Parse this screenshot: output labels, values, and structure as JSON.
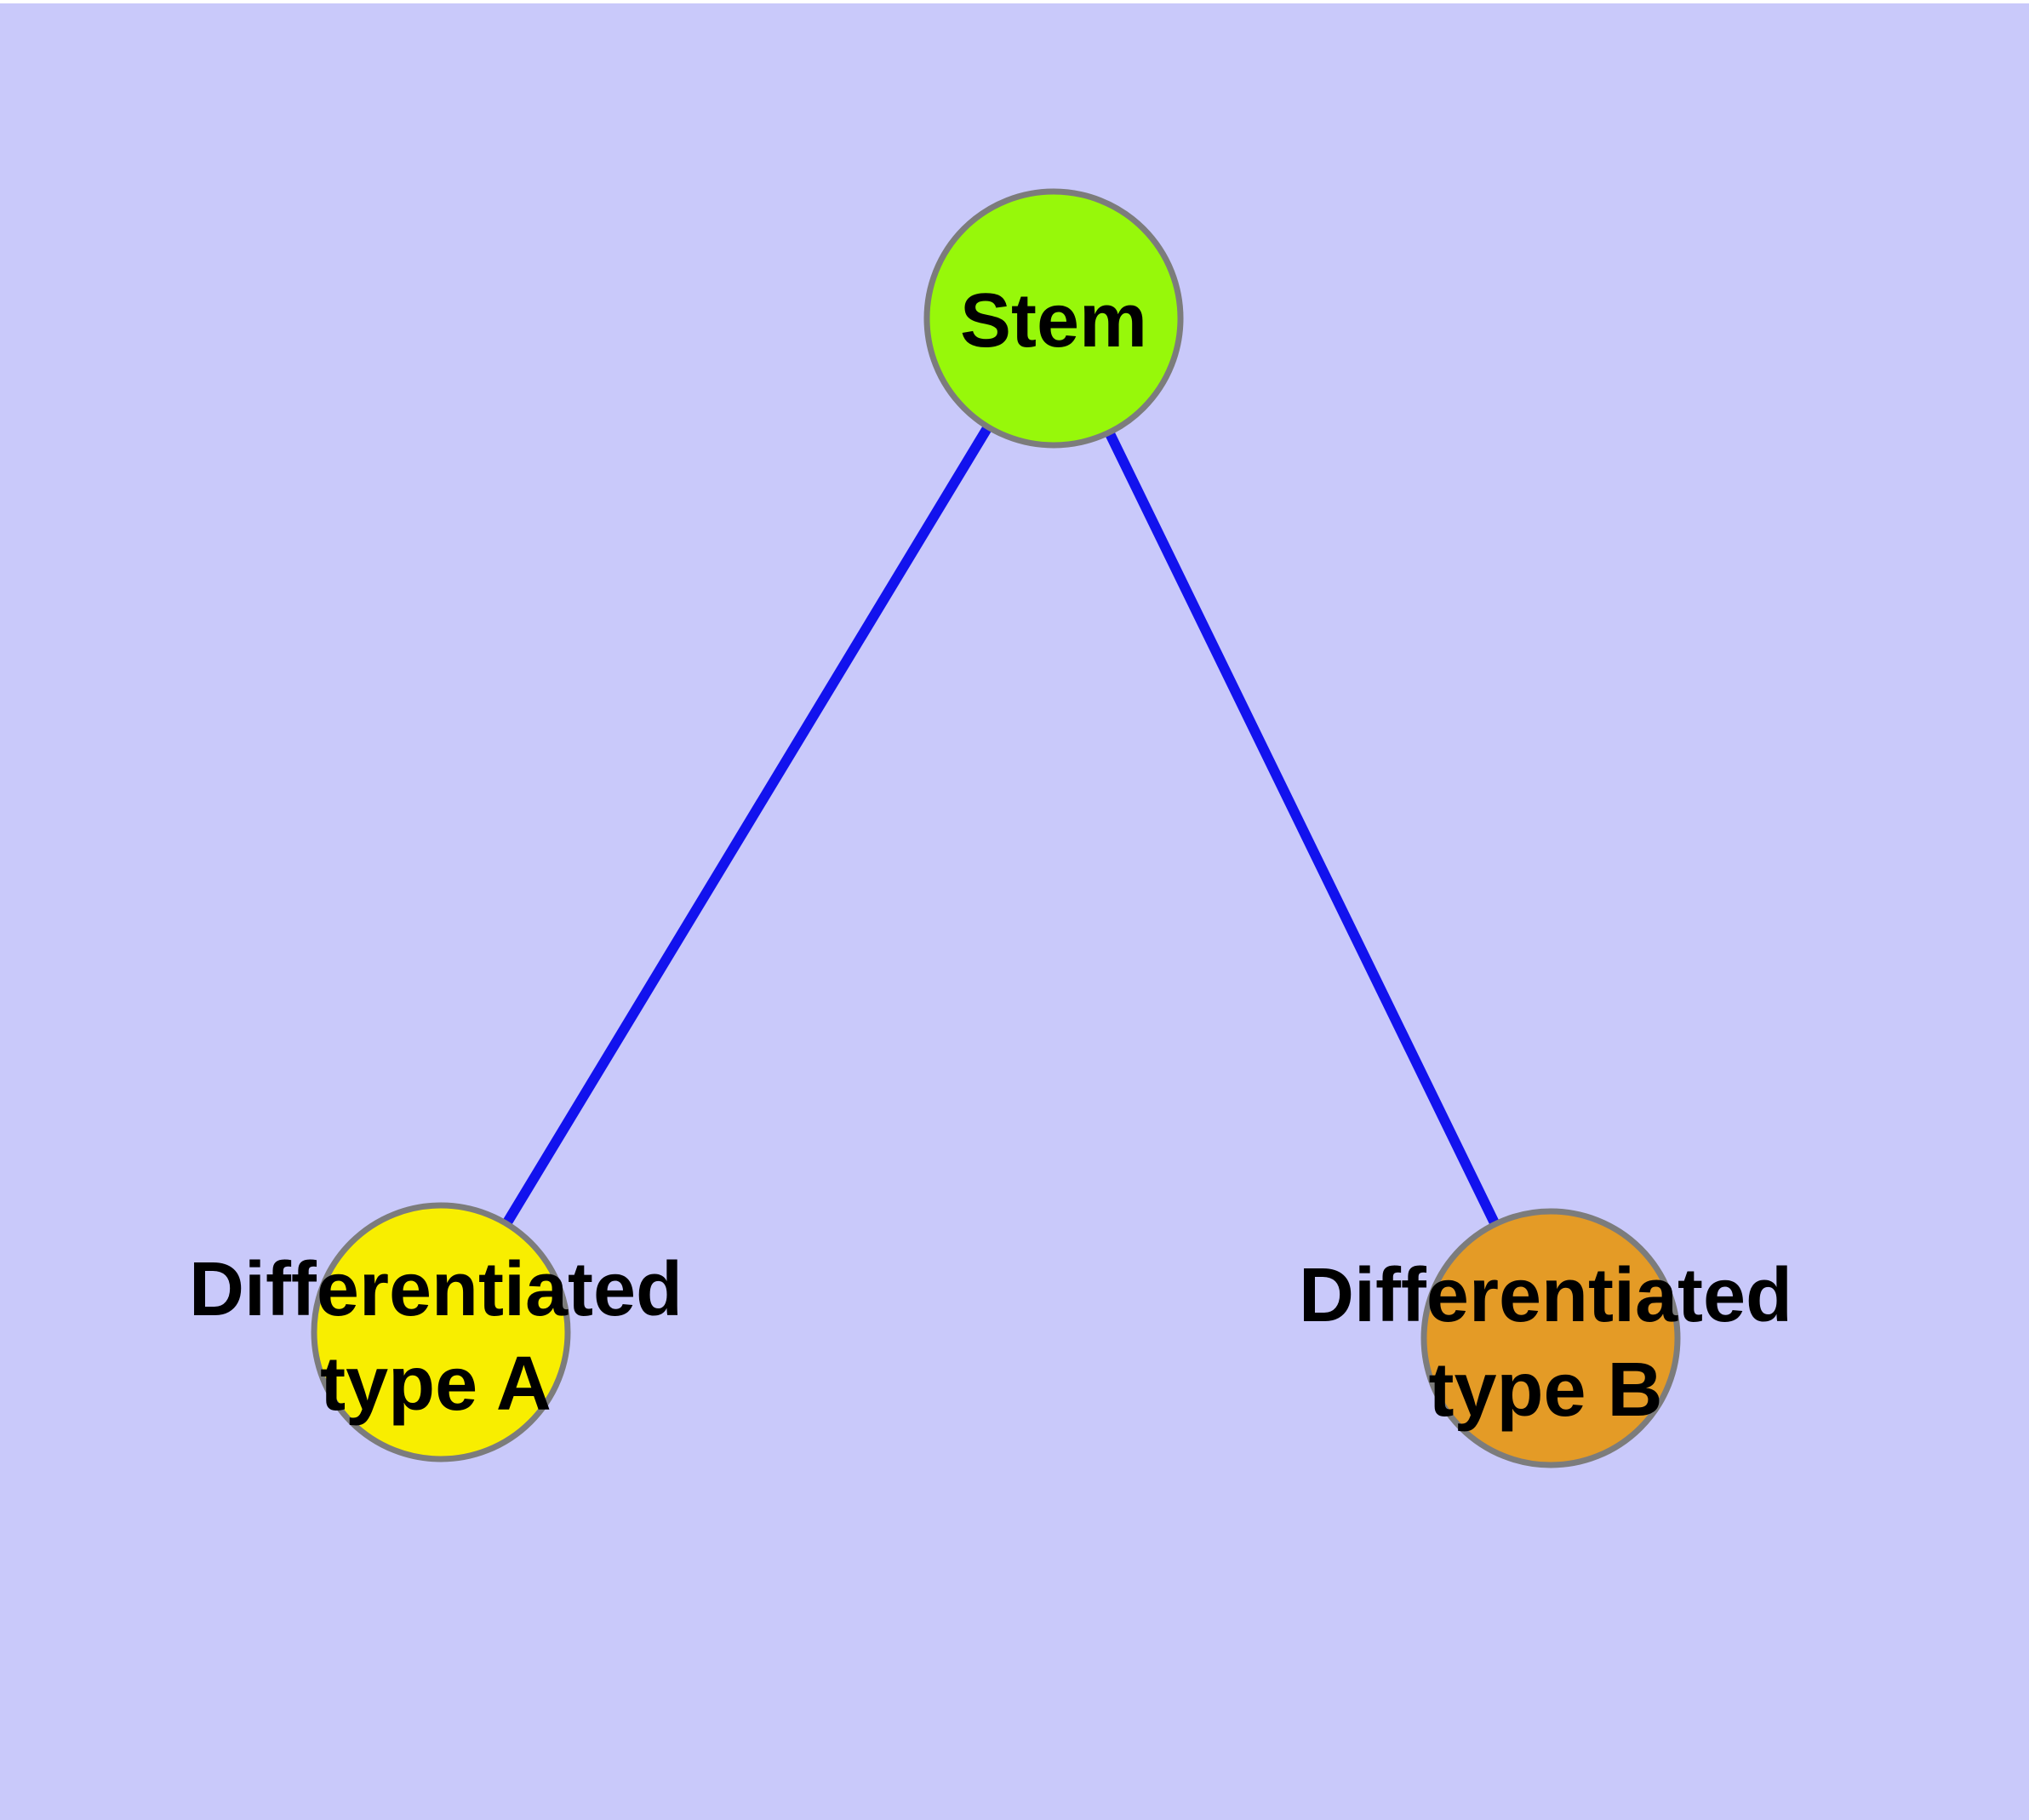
{
  "canvas": {
    "background": "#C9C9FA",
    "top_strip": "#FFFFFF"
  },
  "nodes": {
    "stem": {
      "label": "Stem",
      "fill": "#97F80A",
      "border": "#7C7C7C"
    },
    "type_a": {
      "label_line1": "Differentiated",
      "label_line2": "type A",
      "fill": "#F8EE00",
      "border": "#7C7C7C"
    },
    "type_b": {
      "label_line1": "Differentiated",
      "label_line2": "type B",
      "fill": "#E49B26",
      "border": "#7C7C7C"
    }
  },
  "edges": {
    "color": "#1212EE",
    "items": [
      {
        "from": "Stem",
        "to": "Differentiated type A"
      },
      {
        "from": "Stem",
        "to": "Differentiated type B"
      }
    ]
  }
}
